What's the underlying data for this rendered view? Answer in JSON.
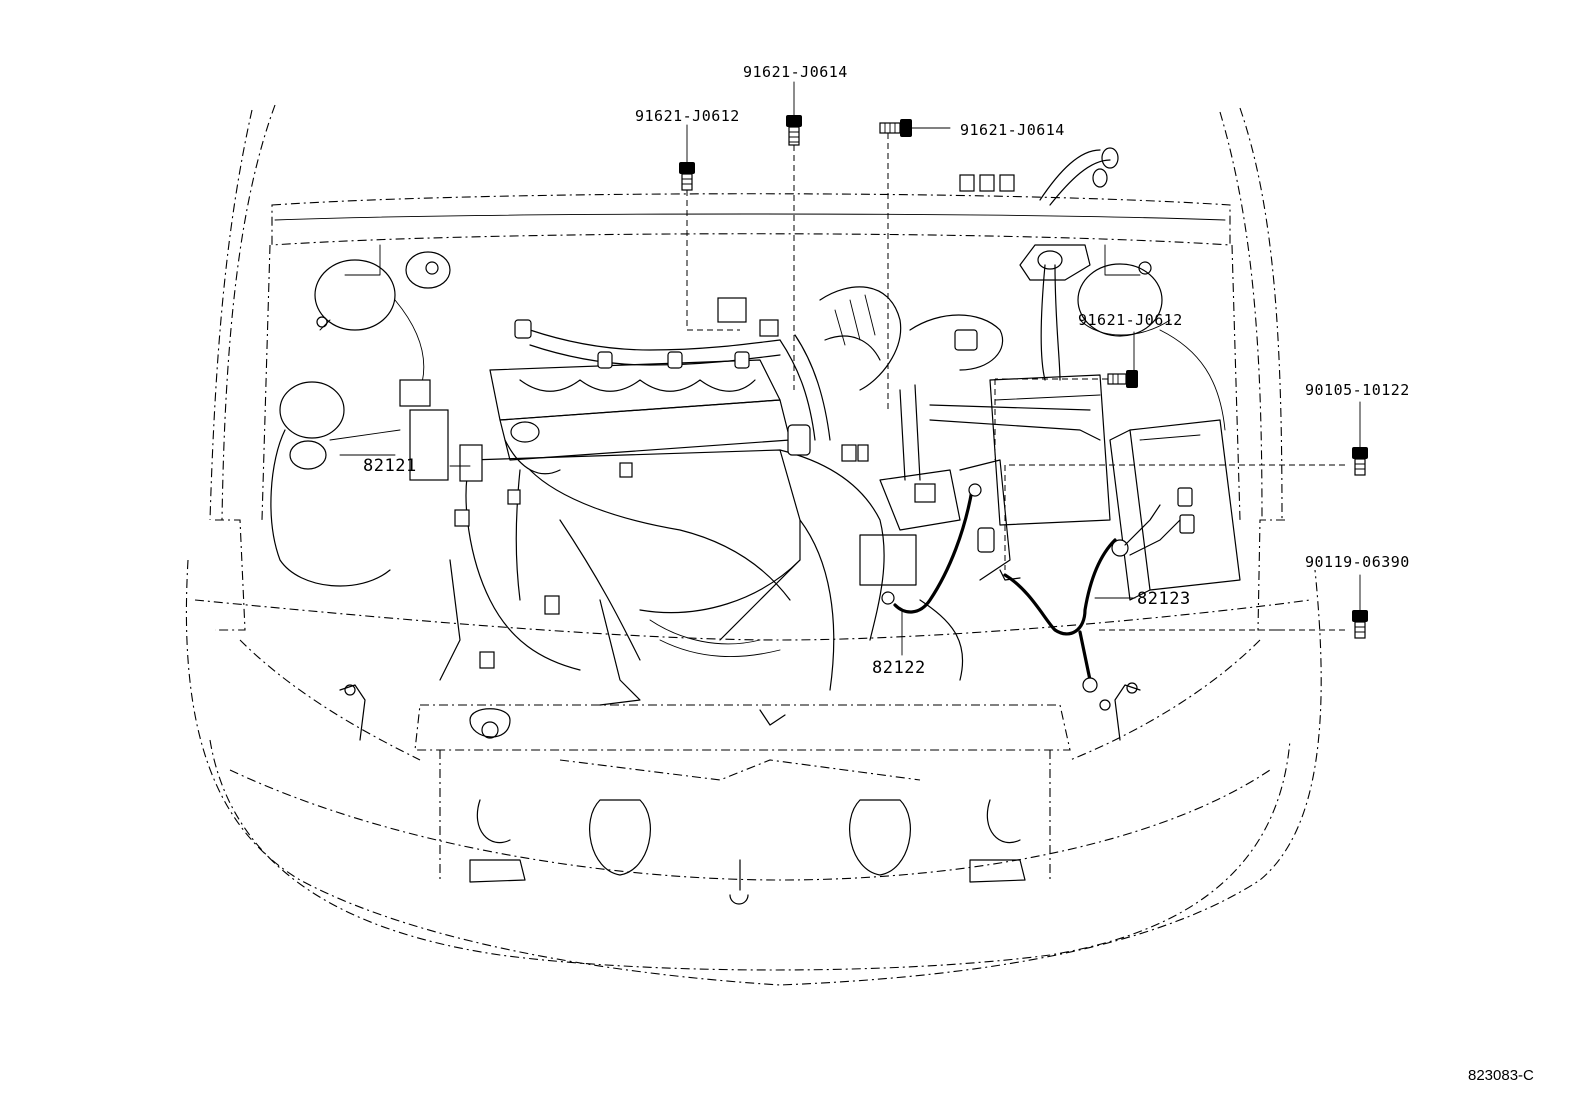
{
  "labels": {
    "bolt_top_center": "91621-J0614",
    "bolt_top_left": "91621-J0612",
    "bolt_top_right": "91621-J0614",
    "bolt_right_fender": "91621-J0612",
    "bolt_battery_upper": "90105-10122",
    "bolt_battery_lower": "90119-06390",
    "wire_left": "82121",
    "wire_center": "82122",
    "wire_right": "82123"
  },
  "figure_code": "823083-C"
}
